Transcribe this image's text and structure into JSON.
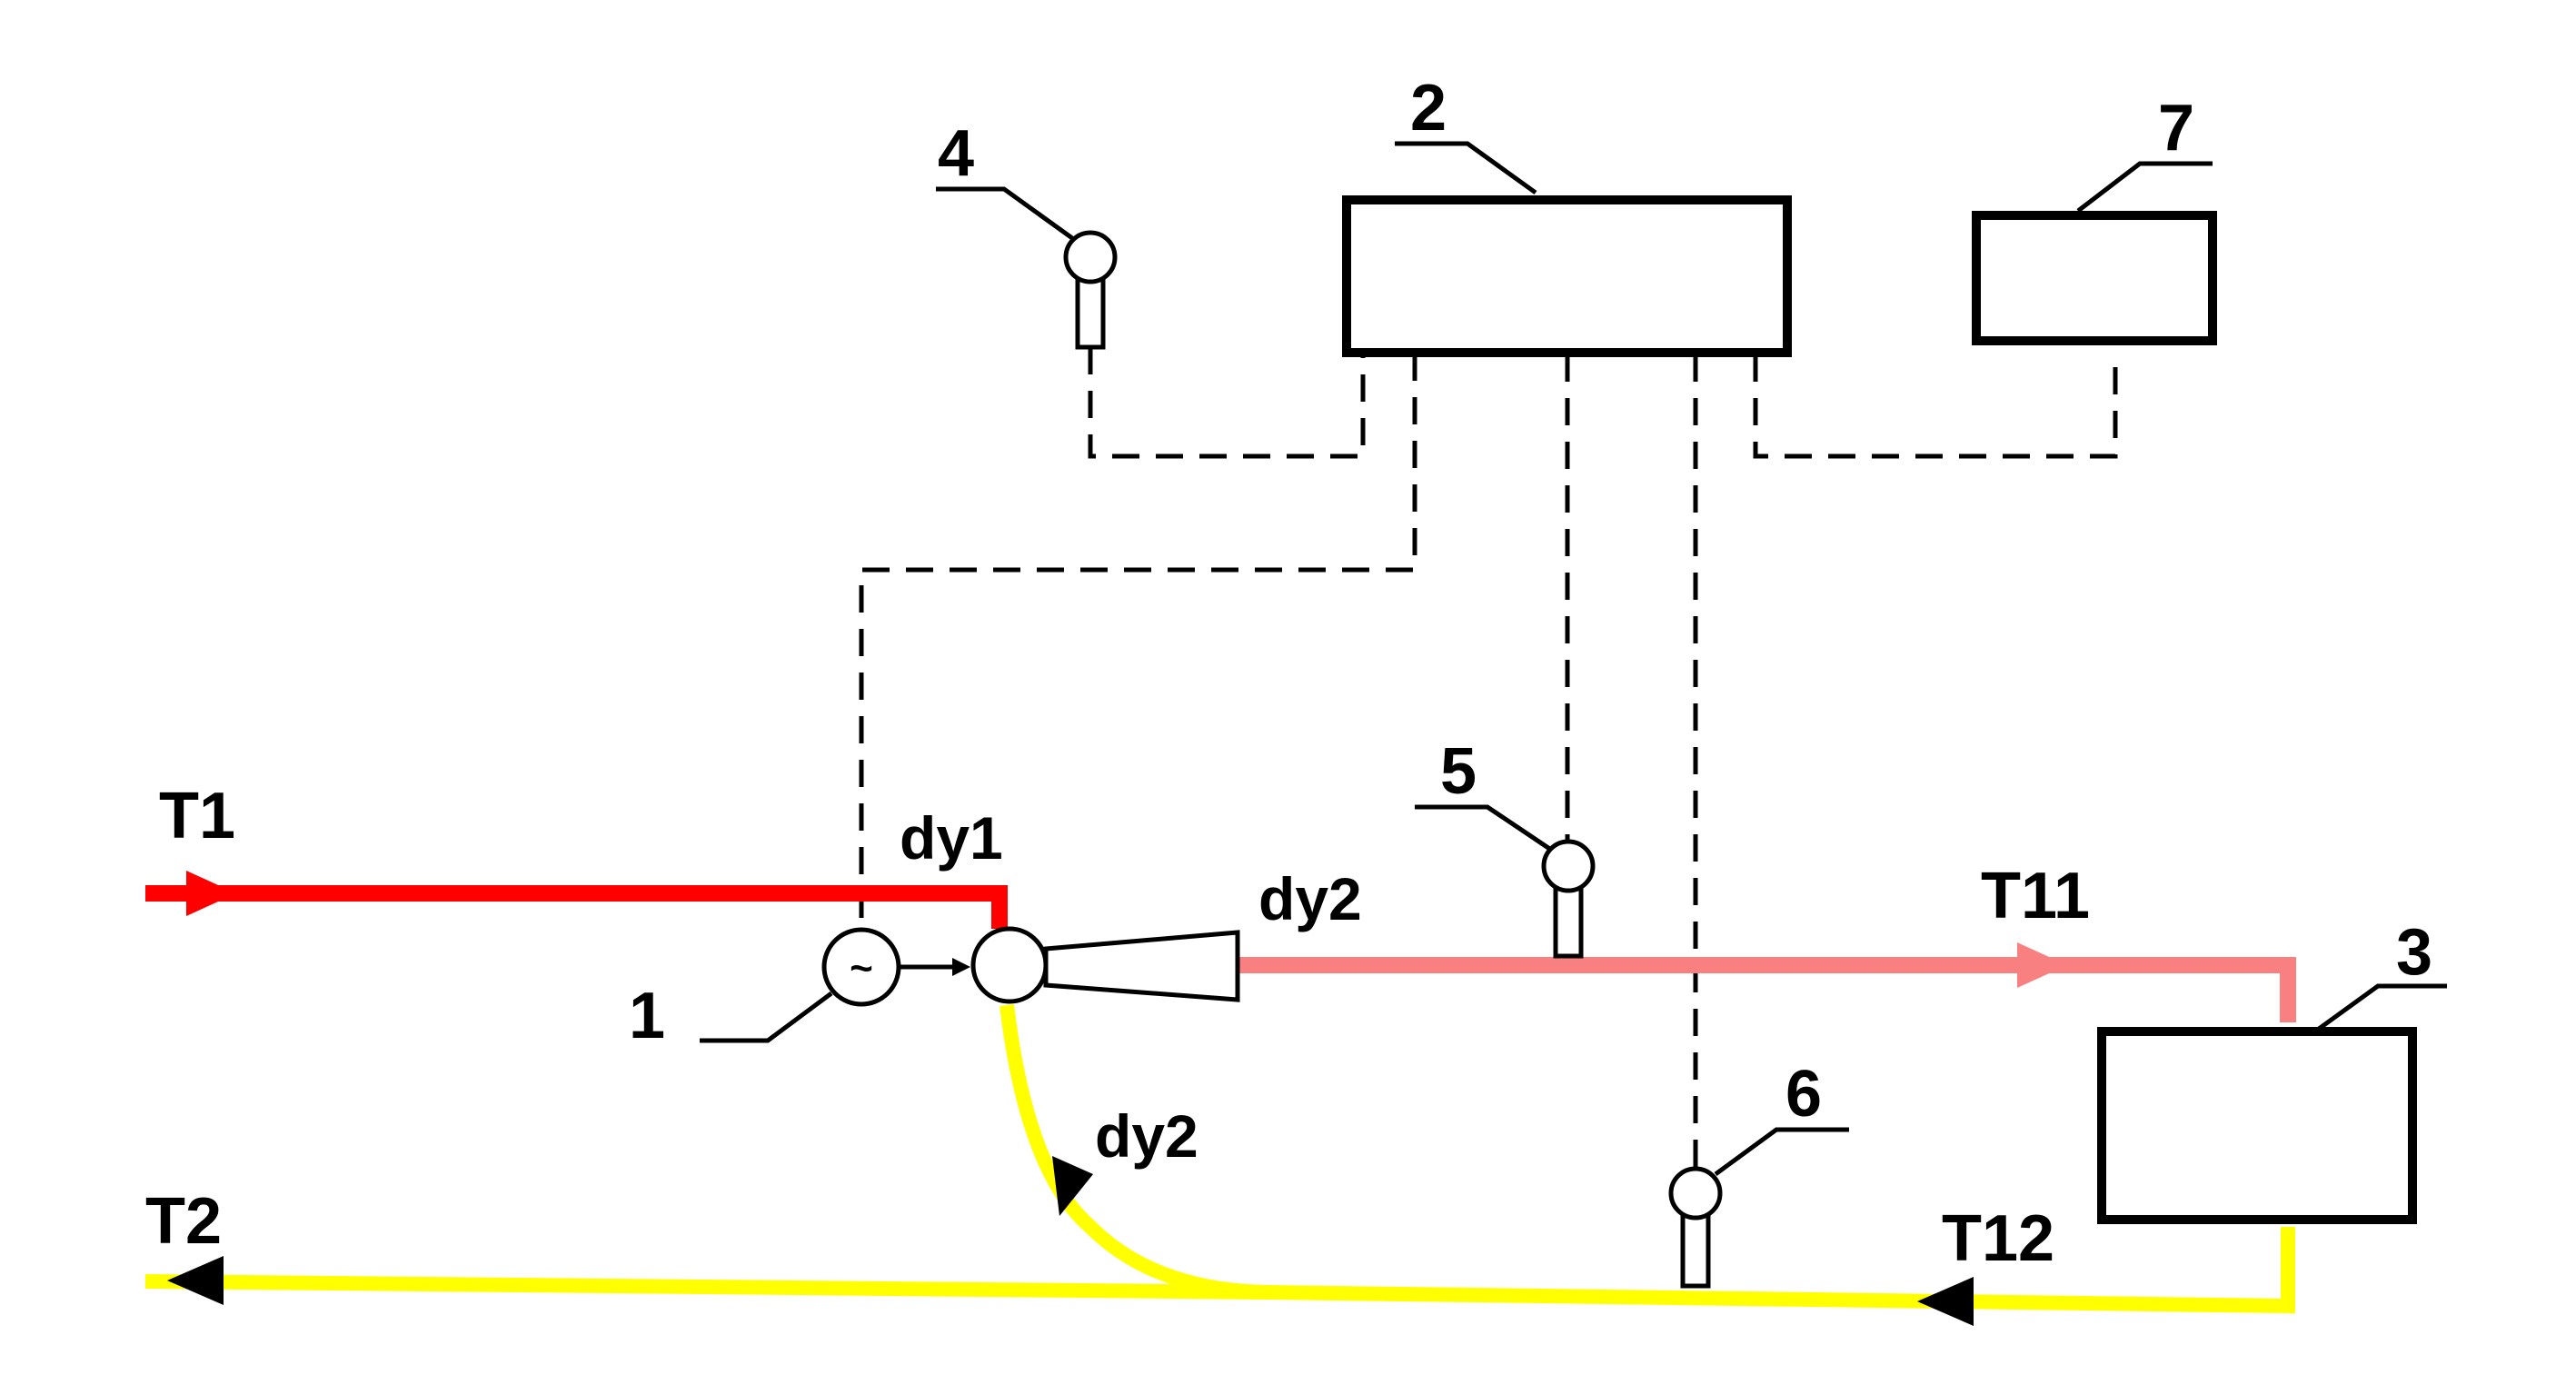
{
  "labels": {
    "t1": "T1",
    "t2": "T2",
    "t11": "T11",
    "t12": "T12",
    "dy1": "dy1",
    "dy2_top": "dy2",
    "dy2_bottom": "dy2",
    "n1": "1",
    "n2": "2",
    "n3": "3",
    "n4": "4",
    "n5": "5",
    "n6": "6",
    "n7": "7",
    "tilde": "~"
  },
  "colors": {
    "supply_line": "#ff0000",
    "mixed_line": "#f88080",
    "return_line": "#ffff00",
    "outline": "#000000"
  }
}
